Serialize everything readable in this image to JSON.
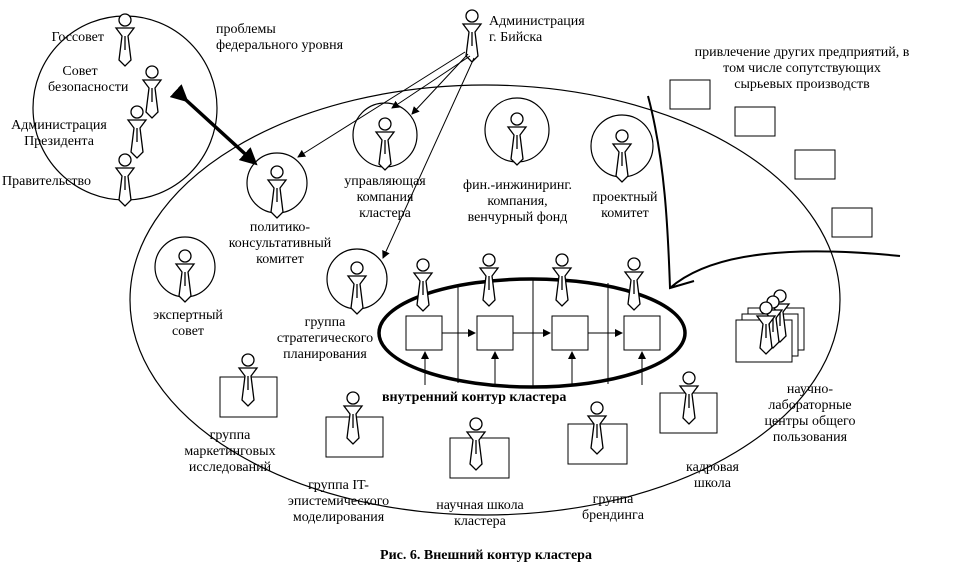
{
  "labels": {
    "gossovet": "Госсовет",
    "sovbez": "Совет\nбезопасности",
    "admin_pres": "Администрация\nПрезидента",
    "pravitelstvo": "Правительство",
    "problems_federal": "проблемы\nфедерального уровня",
    "admin_biysk": "Администрация\nг. Бийска",
    "attract": "привлечение других предприятий, в\nтом числе сопутствующих\nсырьевых производств",
    "mgmt_company": "управляющая\nкомпания\nкластера",
    "fin_eng": "фин.-инжиниринг.\nкомпания,\nвенчурный фонд",
    "project_committee": "проектный\nкомитет",
    "polit_committee": "политико-\nконсультативный\nкомитет",
    "expert_council": "экспертный\nсовет",
    "strategic_planning": "группа\nстратегического\nпланирования",
    "inner_contour": "внутренний контур кластера",
    "marketing": "группа\nмаркетинговых\nисследований",
    "it_group": "группа IT-\nэпистемического\nмоделирования",
    "science_school": "научная школа\nкластера",
    "branding": "группа\nбрендинга",
    "hr_school": "кадровая\nшкола",
    "labs": "научно-\nлабораторные\nцентры общего\nпользования",
    "caption": "Рис. 6. Внешний контур кластера"
  }
}
